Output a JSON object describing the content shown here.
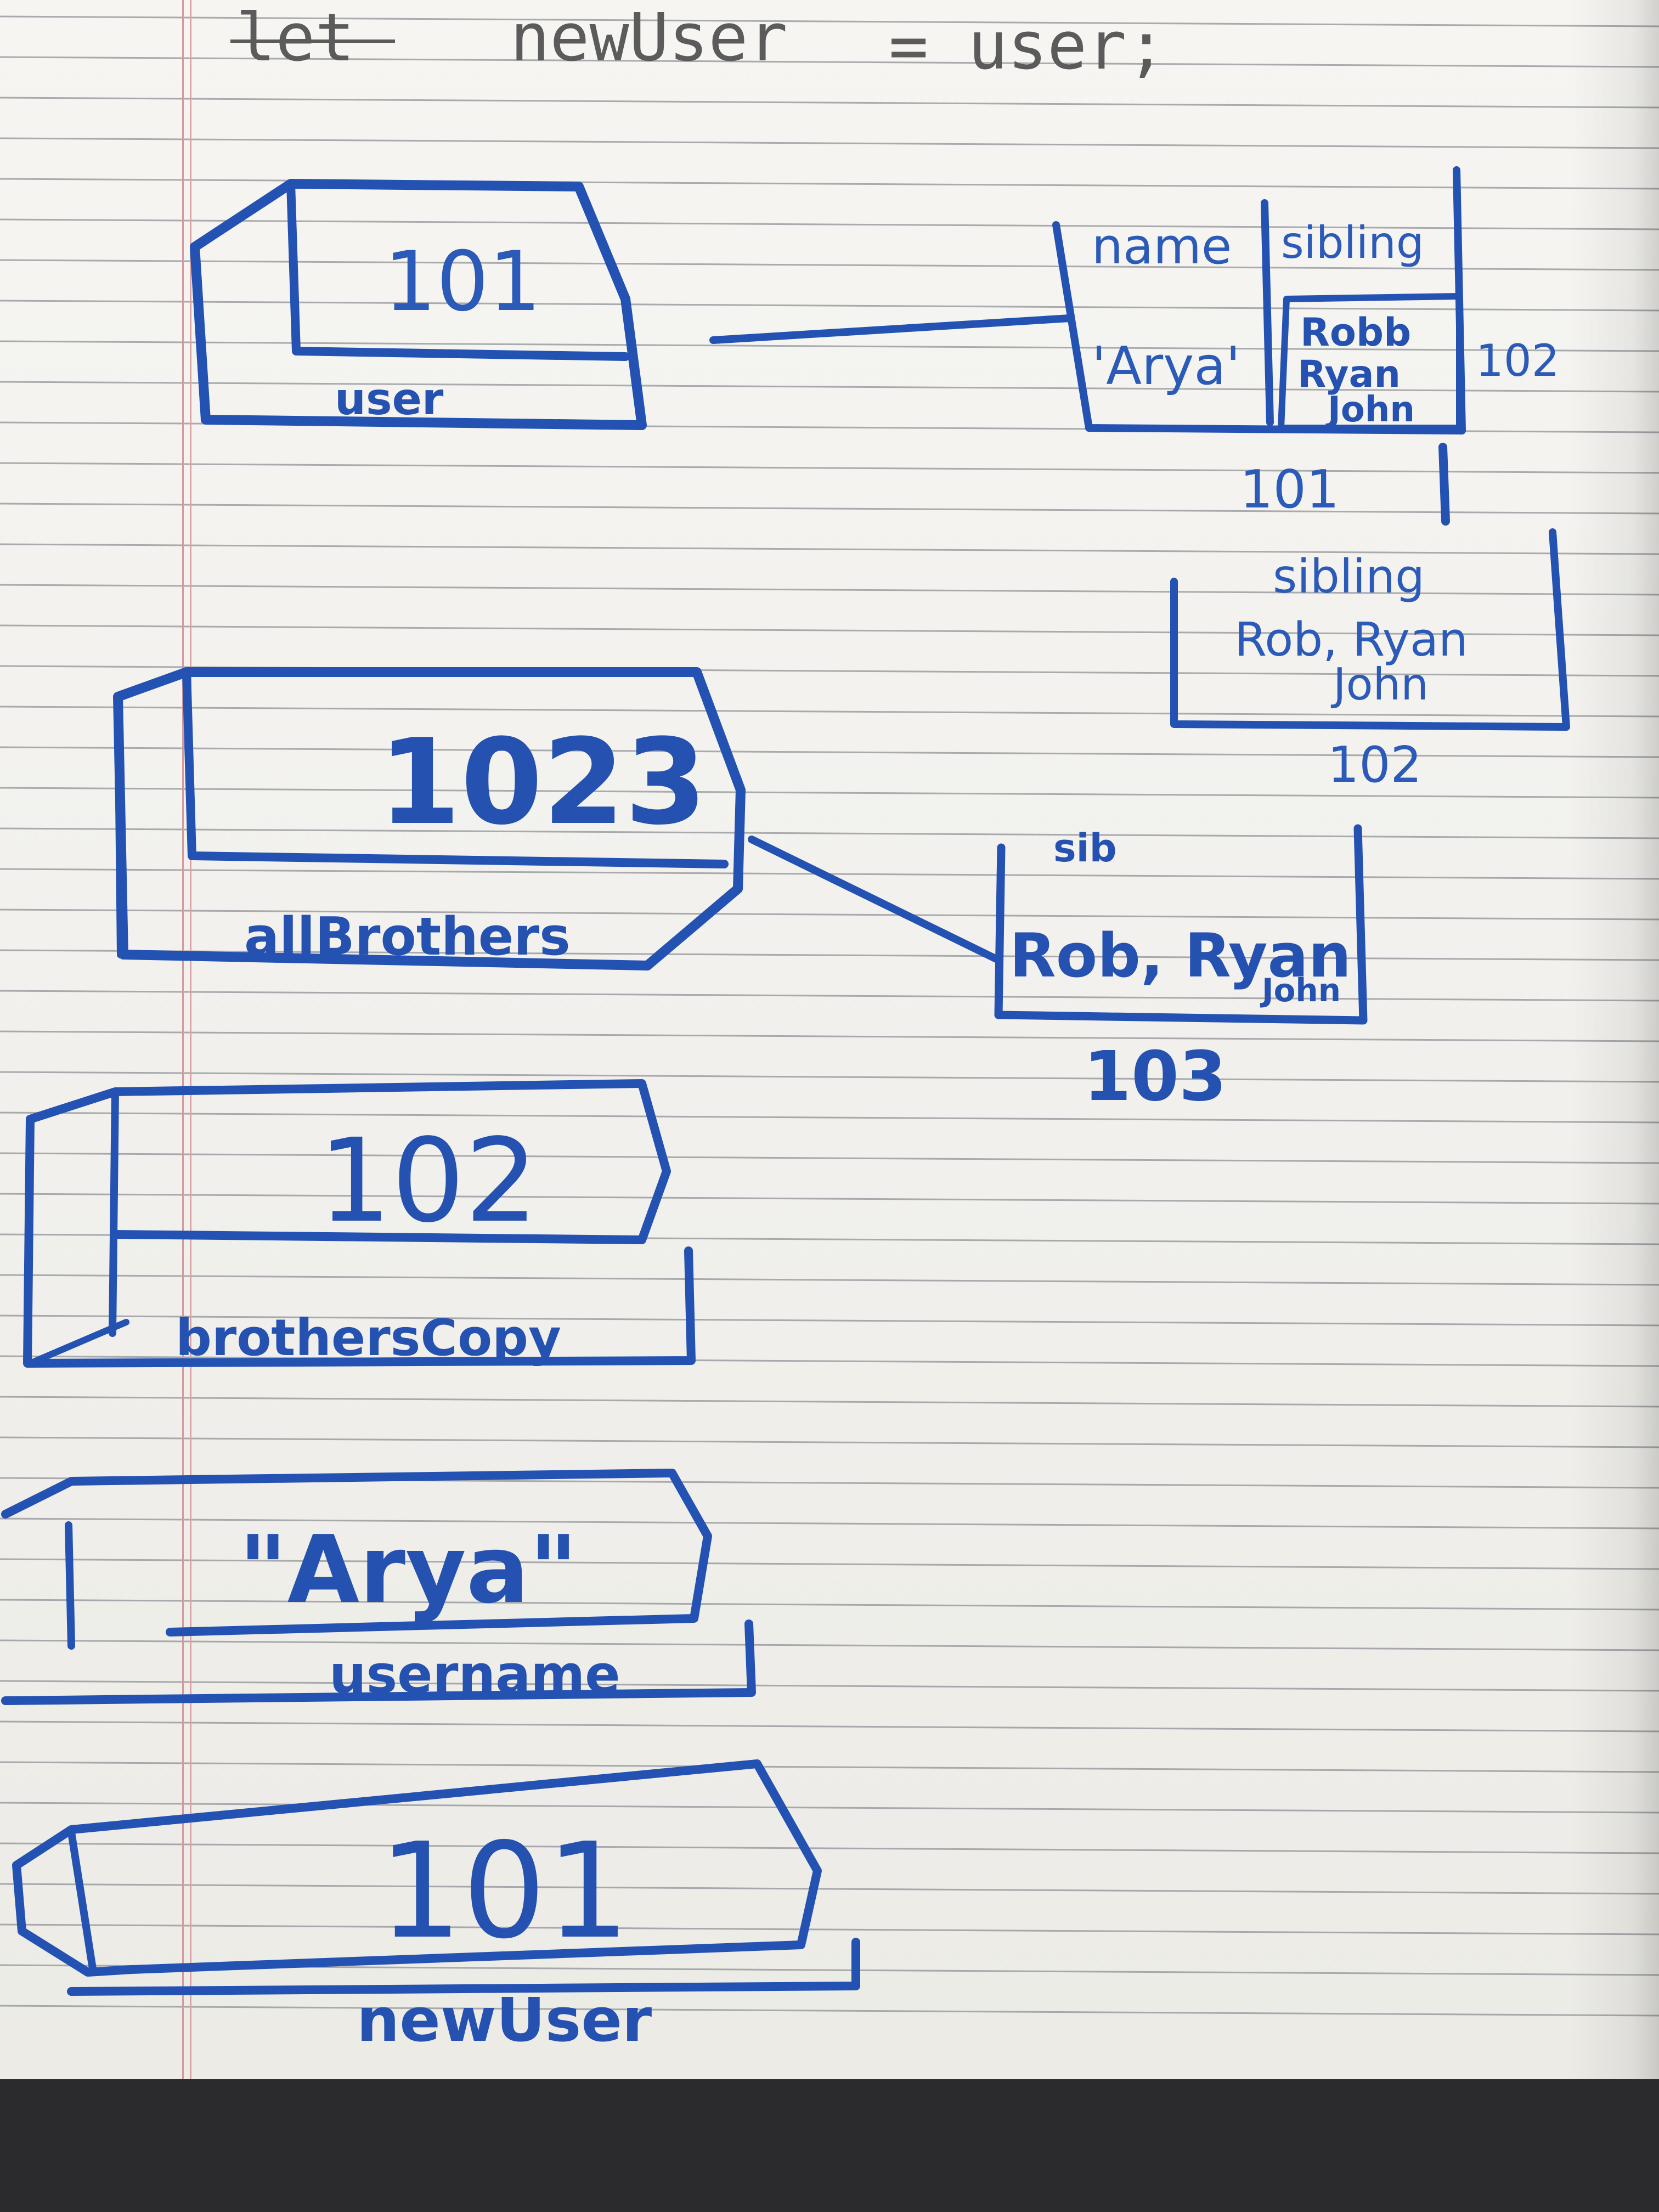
{
  "code": {
    "keyword": "let",
    "variable": "newUser",
    "assignment": "= user;"
  },
  "stack": {
    "user": {
      "value": "101",
      "label": "user"
    },
    "allBrothers": {
      "value": "1023",
      "label": "allBrothers"
    },
    "brothersCopy": {
      "value": "102",
      "label": "brothersCopy"
    },
    "username": {
      "value": "\"Arya\"",
      "label": "username"
    },
    "newUser": {
      "value": "101",
      "label": "newUser"
    }
  },
  "heap": {
    "obj101": {
      "col1": "name",
      "col2": "sibling",
      "name_value": "'Arya'",
      "sib_1": "Robb",
      "sib_2": "Ryan",
      "sib_3": "John",
      "ref_label": "102",
      "address": "101"
    },
    "obj102": {
      "header": "sibling",
      "line_1": "Rob, Ryan",
      "line_2": "John",
      "address": "102"
    },
    "obj103": {
      "header": "sib",
      "line_1": "Rob, Ryan",
      "line_2": "John",
      "address": "103"
    }
  },
  "colors": {
    "ink": "#2452b3",
    "paper": "#f6f5f1",
    "rule_line": "#8f9297",
    "margin_line": "#d59a9e",
    "background": "#2b2b2d"
  }
}
